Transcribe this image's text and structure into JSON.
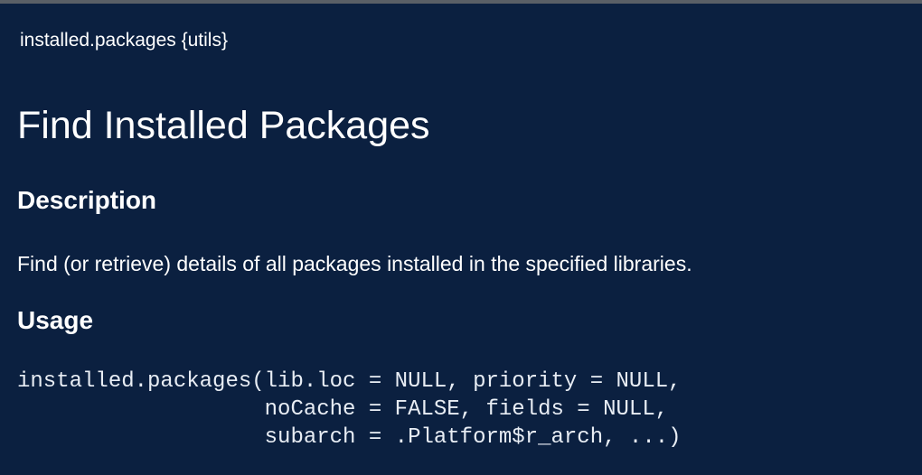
{
  "help": {
    "topic_header": "installed.packages {utils}",
    "title": "Find Installed Packages",
    "sections": {
      "description": {
        "heading": "Description",
        "text": "Find (or retrieve) details of all packages installed in the specified libraries."
      },
      "usage": {
        "heading": "Usage",
        "code": "installed.packages(lib.loc = NULL, priority = NULL,\n                   noCache = FALSE, fields = NULL,\n                   subarch = .Platform$r_arch, ...)"
      }
    }
  },
  "colors": {
    "background": "#0b2040",
    "text": "#ffffff",
    "topbar": "#5a5f66"
  }
}
